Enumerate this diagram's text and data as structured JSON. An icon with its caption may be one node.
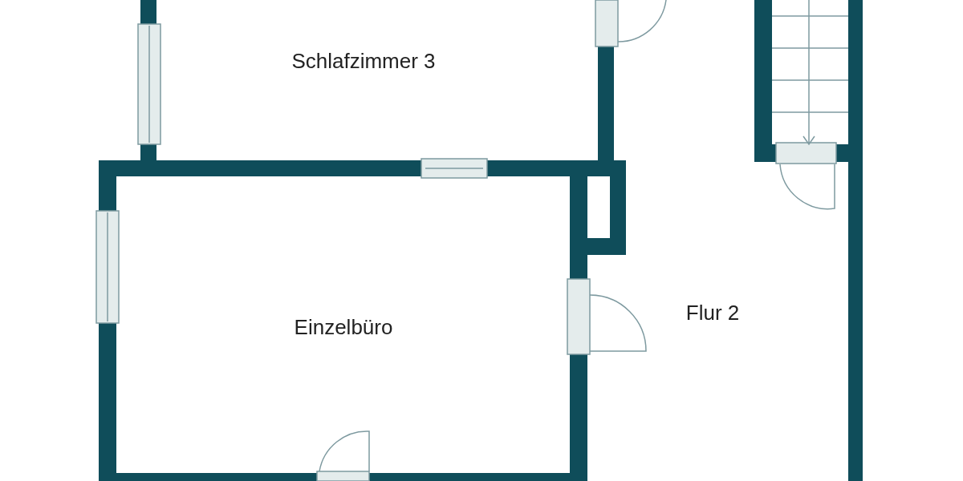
{
  "diagram": {
    "labels": [
      "Schlafzimmer 3",
      "Einzelbüro",
      "Flur 2"
    ]
  }
}
